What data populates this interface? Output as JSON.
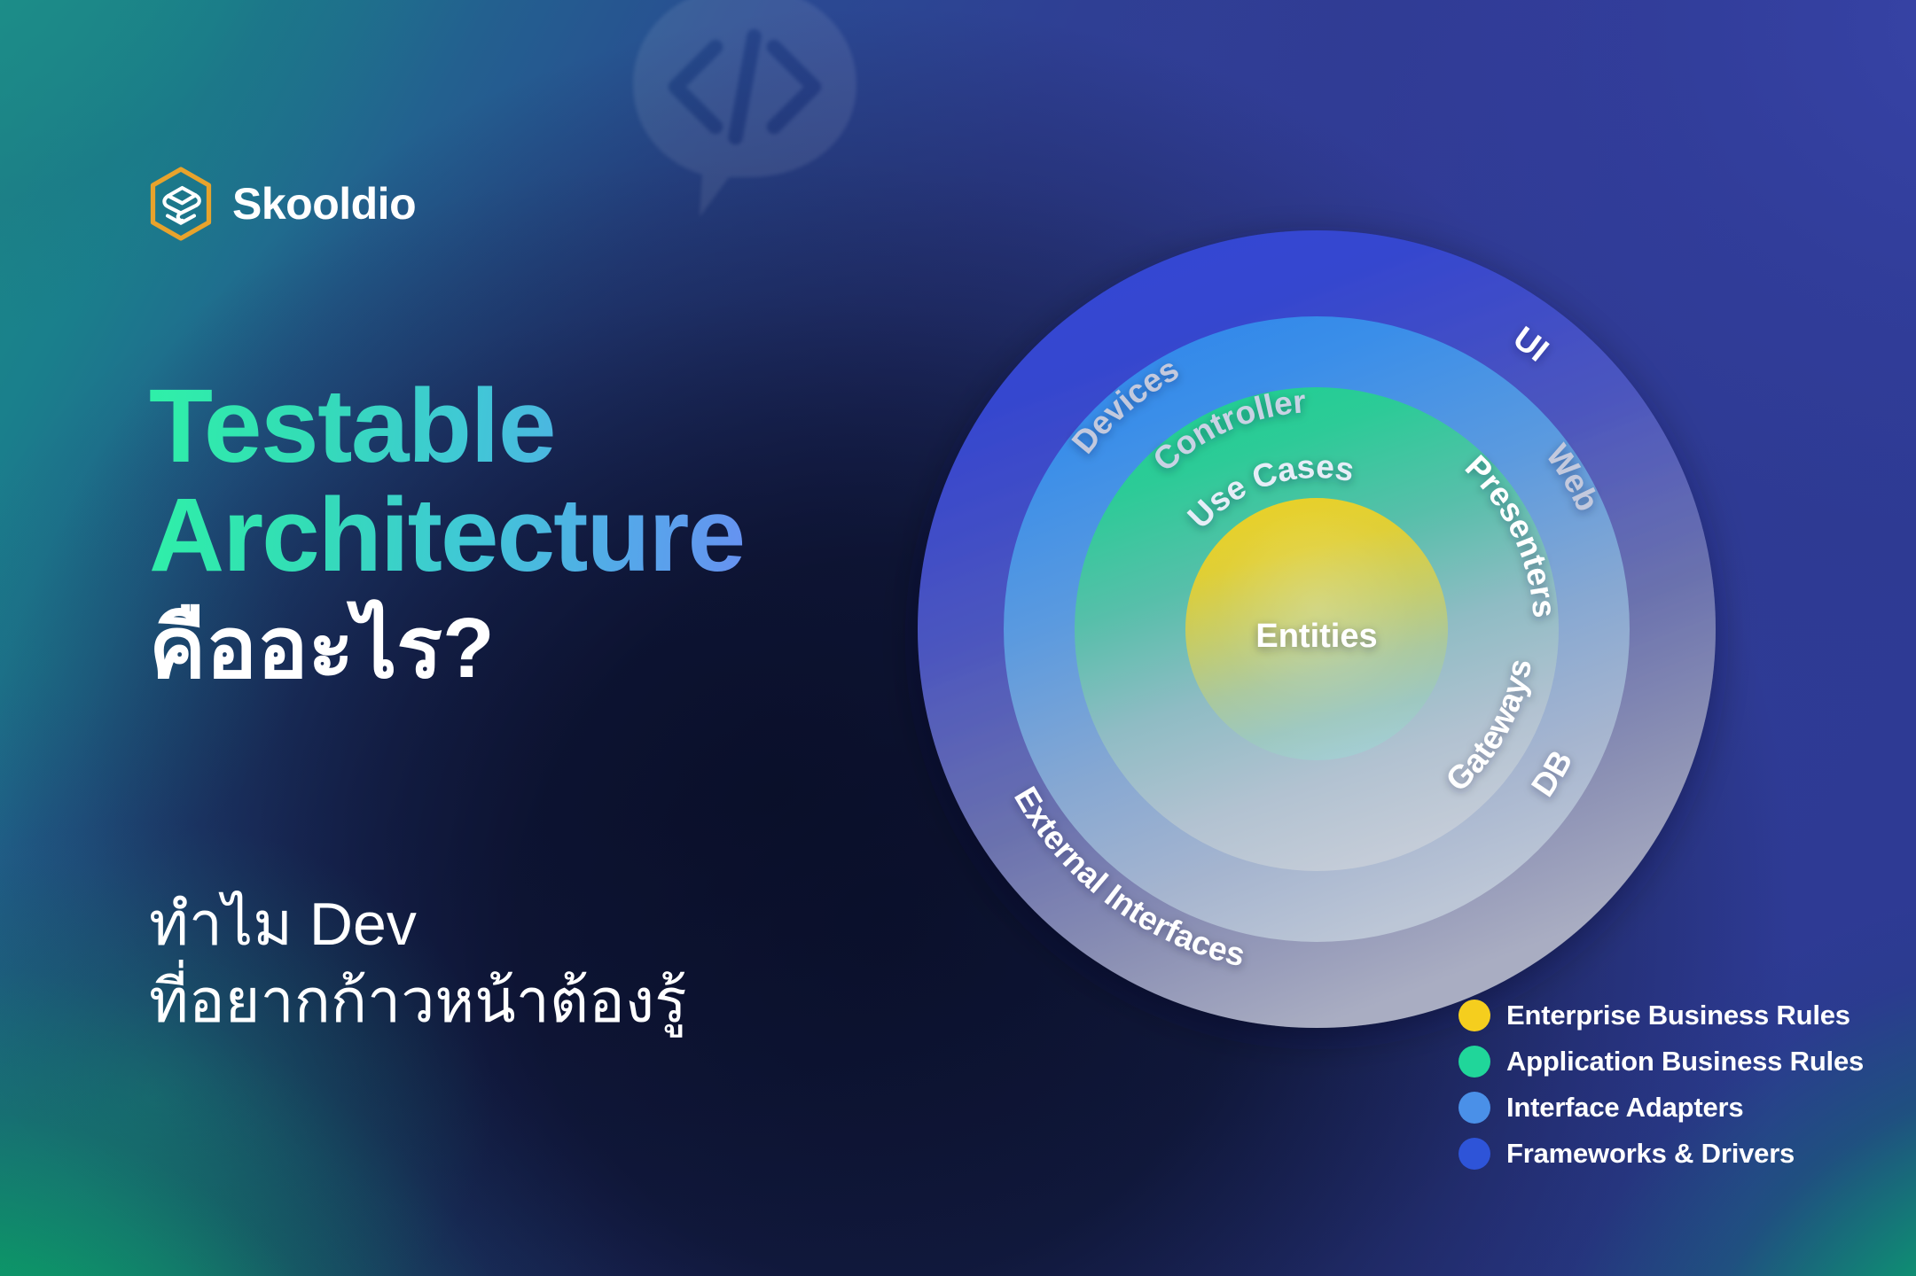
{
  "brand": {
    "name": "Skooldio",
    "logo_icon": "skooldio-hexagon-logo",
    "logo_hex_color": "#E8A32C",
    "logo_mark_color": "#FFFFFF"
  },
  "background": {
    "decor_icon": "code-speech-bubble-icon",
    "decor_glyph": "</>",
    "teal": "#1B8D86",
    "blue": "#343C98",
    "green": "#0BB074",
    "navy": "#151D42"
  },
  "headline": {
    "line1": "Testable",
    "line2": "Architecture",
    "line3_thai": "คืออะไร?",
    "gradient_from": "#2FF0A8",
    "gradient_to": "#7B8DF5"
  },
  "subhead": {
    "line1": "ทำไม Dev",
    "line2": "ที่อยากก้าวหน้าต้องรู้"
  },
  "chart_data": {
    "type": "pie",
    "title": "Clean Architecture concentric layers",
    "layout": "concentric-rings",
    "legend_position": "bottom-right",
    "rings": [
      {
        "index": 0,
        "name": "Frameworks & Drivers",
        "color": "#2E54D8",
        "labels": [
          "Devices",
          "Web",
          "UI",
          "External Interfaces",
          "DB"
        ]
      },
      {
        "index": 1,
        "name": "Interface Adapters",
        "color": "#4A90E8",
        "labels": [
          "Controller",
          "Presenters",
          "Gateways"
        ]
      },
      {
        "index": 2,
        "name": "Application Business Rules",
        "color": "#20D69A",
        "labels": [
          "Use Cases"
        ]
      },
      {
        "index": 3,
        "name": "Enterprise Business Rules",
        "color": "#F5CE1E",
        "labels": [
          "Entities"
        ]
      }
    ],
    "ring_labels": {
      "devices": "Devices",
      "controller": "Controller",
      "use_cases": "Use Cases",
      "entities": "Entities",
      "web": "Web",
      "ui": "UI",
      "presenters": "Presenters",
      "gateways": "Gateways",
      "external_interfaces": "External Interfaces",
      "db": "DB"
    }
  },
  "legend": {
    "items": [
      {
        "label": "Enterprise Business Rules",
        "color": "#F5CE1E"
      },
      {
        "label": "Application Business Rules",
        "color": "#20D69A"
      },
      {
        "label": "Interface Adapters",
        "color": "#4A90E8"
      },
      {
        "label": "Frameworks & Drivers",
        "color": "#2E54D8"
      }
    ]
  }
}
